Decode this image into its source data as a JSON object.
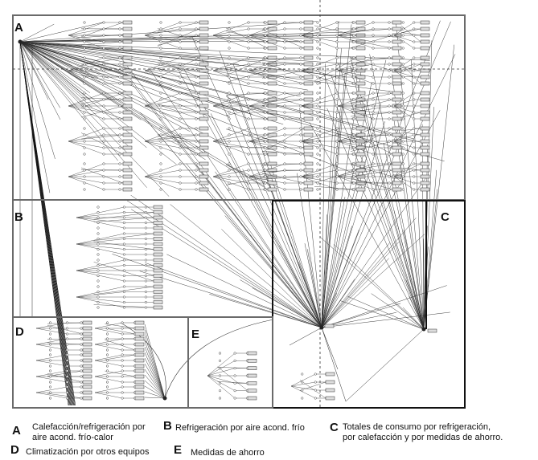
{
  "panels": {
    "a": "A",
    "b": "B",
    "c": "C",
    "d": "D",
    "e": "E"
  },
  "legend": {
    "a": {
      "key": "A",
      "line1": "Calefacción/refrigeración por",
      "line2": "aire acond. frío-calor"
    },
    "b": {
      "key": "B",
      "line1": "Refrigeración por aire  acond. frío"
    },
    "c": {
      "key": "C",
      "line1": "Totales de consumo por  refrigeración,",
      "line2": "por calefacción y  por medidas de ahorro."
    },
    "d": {
      "key": "D",
      "line1": "Climatización por otros equipos"
    },
    "e": {
      "key": "E",
      "line1": "Medidas de ahorro"
    }
  },
  "colors": {
    "frame": "#6a6a6a",
    "frame_dark": "#111111",
    "line": "#2a2a2a",
    "node": "#555555"
  }
}
